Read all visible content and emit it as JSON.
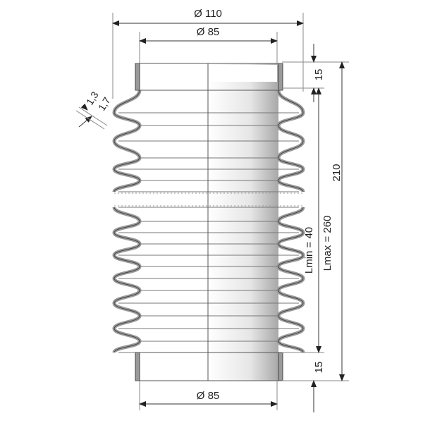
{
  "drawing": {
    "outer_diameter": "Ø 110",
    "inner_diameter_top": "Ø 85",
    "inner_diameter_bottom": "Ø 85",
    "collar_top_height": "15",
    "collar_bottom_height": "15",
    "overall_length": "210",
    "lmin": "Lmin = 40",
    "lmax": "Lmax = 260",
    "wall_thickness_1": "1,3",
    "wall_thickness_2": "1,7"
  },
  "colors": {
    "line": "#333333",
    "wall": "#9a9a9a",
    "shade_dark": "#a8a8a8"
  }
}
